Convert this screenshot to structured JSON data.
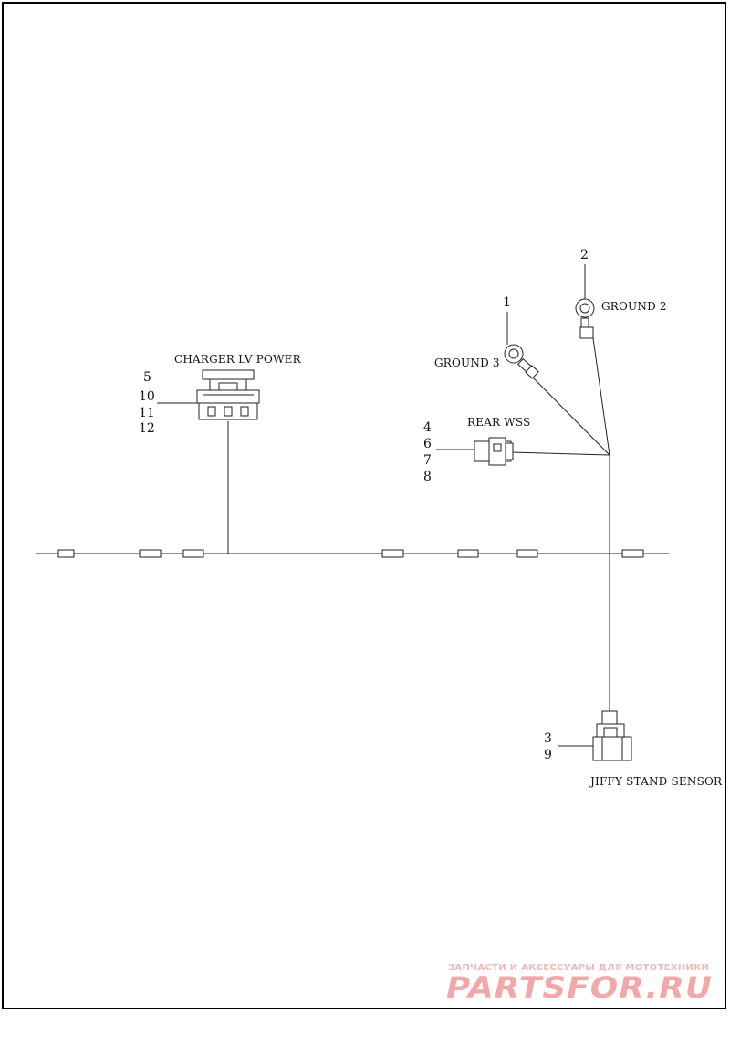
{
  "connectors": {
    "charger_lv_power": {
      "label": "CHARGER LV POWER",
      "refs": [
        "5",
        "10",
        "11",
        "12"
      ]
    },
    "rear_wss": {
      "label": "REAR WSS",
      "refs": [
        "4",
        "6",
        "7",
        "8"
      ]
    },
    "jiffy_stand_sensor": {
      "label": "JIFFY STAND SENSOR",
      "refs": [
        "3",
        "9"
      ]
    },
    "ground_3": {
      "label": "GROUND 3",
      "ref": "1"
    },
    "ground_2": {
      "label": "GROUND 2",
      "ref": "2"
    }
  },
  "watermark": {
    "tagline": "ЗАПЧАСТИ И АКСЕССУАРЫ ДЛЯ МОТОТЕХНИКИ",
    "brand": "PARTSFOR.RU"
  }
}
